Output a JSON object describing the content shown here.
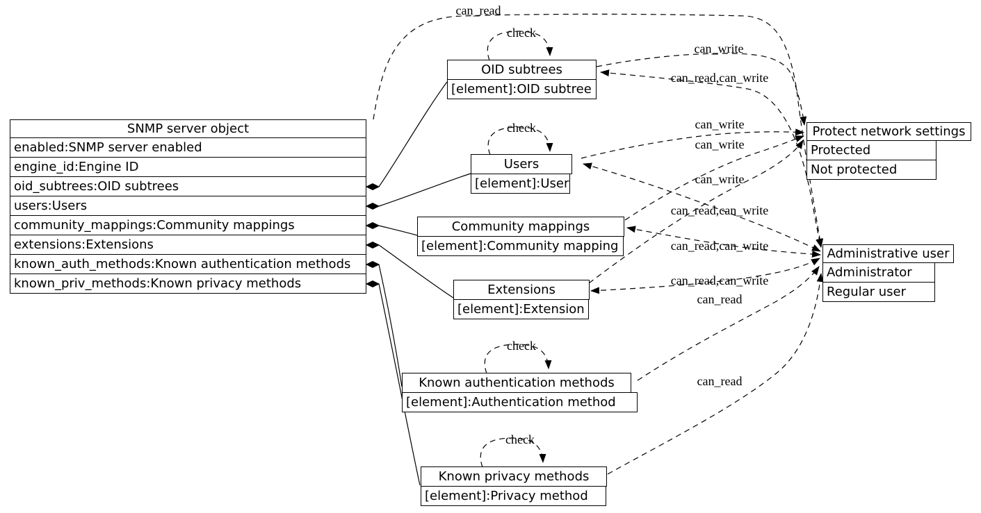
{
  "diagram": {
    "background": "#ffffff",
    "line_color": "#000000"
  },
  "nodes": {
    "snmp_server": {
      "title": "SNMP server object",
      "rows": [
        "enabled:SNMP server enabled",
        "engine_id:Engine ID",
        "oid_subtrees:OID subtrees",
        "users:Users",
        "community_mappings:Community mappings",
        "extensions:Extensions",
        "known_auth_methods:Known authentication methods",
        "known_priv_methods:Known privacy methods"
      ]
    },
    "oid_subtrees": {
      "title": "OID subtrees",
      "rows": [
        "[element]:OID subtree"
      ]
    },
    "users": {
      "title": "Users",
      "rows": [
        "[element]:User"
      ]
    },
    "community_mappings": {
      "title": "Community mappings",
      "rows": [
        "[element]:Community mapping"
      ]
    },
    "extensions": {
      "title": "Extensions",
      "rows": [
        "[element]:Extension"
      ]
    },
    "known_auth_methods": {
      "title": "Known authentication methods",
      "rows": [
        "[element]:Authentication method"
      ]
    },
    "known_priv_methods": {
      "title": "Known privacy methods",
      "rows": [
        "[element]:Privacy method"
      ]
    },
    "protect_network_settings": {
      "title": "Protect network settings",
      "rows": [
        "Protected",
        "Not protected"
      ]
    },
    "administrative_user": {
      "title": "Administrative user",
      "rows": [
        "Administrator",
        "Regular user"
      ]
    }
  },
  "edges": [
    {
      "from": "snmp_server",
      "to": "administrative_user",
      "label": "can_read",
      "style": "dashed"
    },
    {
      "from": "oid_subtrees",
      "to": "oid_subtrees",
      "label": "check",
      "style": "dashed"
    },
    {
      "from": "oid_subtrees",
      "to": "protect_network_settings",
      "label": "can_write",
      "style": "dashed"
    },
    {
      "from": "administrative_user",
      "to": "oid_subtrees",
      "label": "can_read,can_write",
      "style": "dashed",
      "bidirectional": true
    },
    {
      "from": "users",
      "to": "users",
      "label": "check",
      "style": "dashed"
    },
    {
      "from": "users",
      "to": "protect_network_settings",
      "label": "can_write",
      "style": "dashed"
    },
    {
      "from": "community_mappings",
      "to": "protect_network_settings",
      "label": "can_write",
      "style": "dashed"
    },
    {
      "from": "extensions",
      "to": "protect_network_settings",
      "label": "can_write",
      "style": "dashed"
    },
    {
      "from": "administrative_user",
      "to": "users",
      "label": "can_read,can_write",
      "style": "dashed",
      "bidirectional": true
    },
    {
      "from": "administrative_user",
      "to": "community_mappings",
      "label": "can_read,can_write",
      "style": "dashed",
      "bidirectional": true
    },
    {
      "from": "administrative_user",
      "to": "extensions",
      "label": "can_read,can_write",
      "style": "dashed",
      "bidirectional": true
    },
    {
      "from": "known_auth_methods",
      "to": "known_auth_methods",
      "label": "check",
      "style": "dashed"
    },
    {
      "from": "known_auth_methods",
      "to": "administrative_user",
      "label": "can_read",
      "style": "dashed"
    },
    {
      "from": "known_priv_methods",
      "to": "known_priv_methods",
      "label": "check",
      "style": "dashed"
    },
    {
      "from": "known_priv_methods",
      "to": "administrative_user",
      "label": "can_read",
      "style": "dashed"
    }
  ],
  "compositions": [
    {
      "from": "snmp_server",
      "field": "oid_subtrees",
      "to": "oid_subtrees"
    },
    {
      "from": "snmp_server",
      "field": "users",
      "to": "users"
    },
    {
      "from": "snmp_server",
      "field": "community_mappings",
      "to": "community_mappings"
    },
    {
      "from": "snmp_server",
      "field": "extensions",
      "to": "extensions"
    },
    {
      "from": "snmp_server",
      "field": "known_auth_methods",
      "to": "known_auth_methods"
    },
    {
      "from": "snmp_server",
      "field": "known_priv_methods",
      "to": "known_priv_methods"
    }
  ]
}
